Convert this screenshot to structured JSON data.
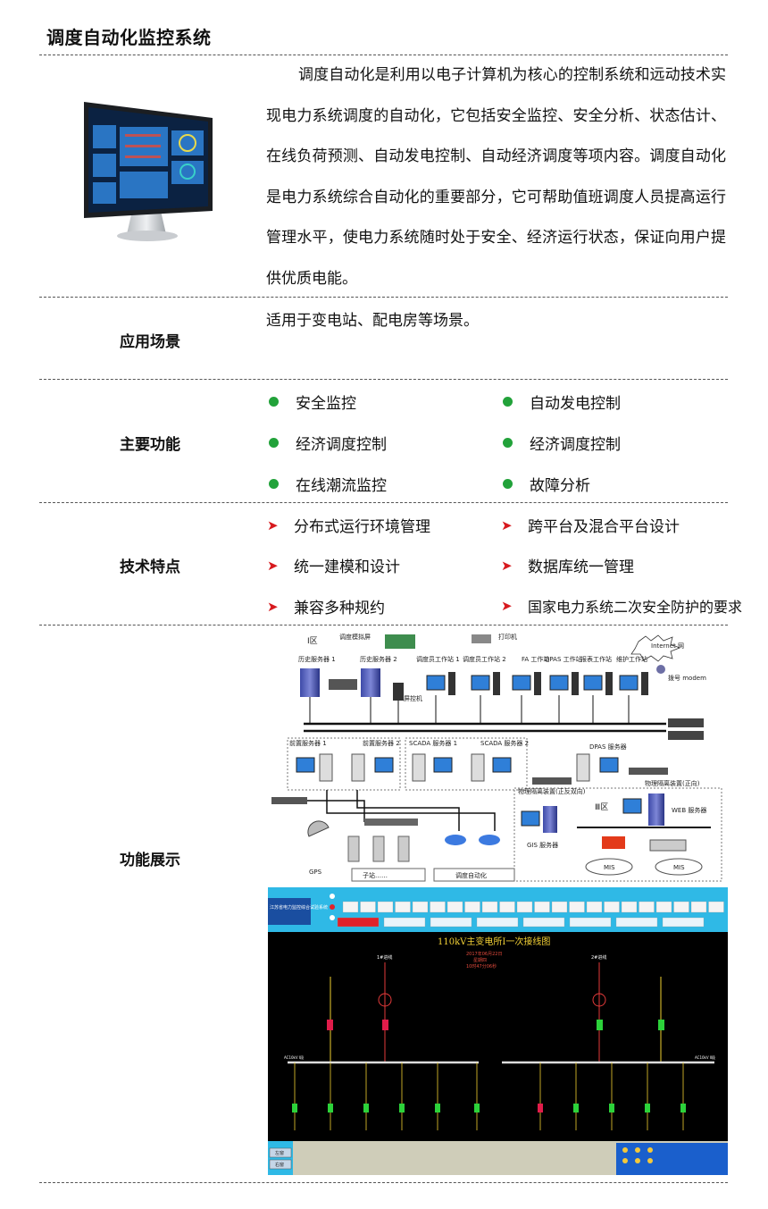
{
  "title": "调度自动化监控系统",
  "intro": "调度自动化是利用以电子计算机为核心的控制系统和远动技术实现电力系统调度的自动化，它包括安全监控、安全分析、状态估计、在线负荷预测、自动发电控制、自动经济调度等项内容。调度自动化是电力系统综合自动化的重要部分，它可帮助值班调度人员提高运行管理水平，使电力系统随时处于安全、经济运行状态，保证向用户提供优质电能。",
  "scenario": {
    "label": "应用场景",
    "text": "适用于变电站、配电房等场景。"
  },
  "functions": {
    "label": "主要功能",
    "items": [
      "安全监控",
      "自动发电控制",
      "经济调度控制",
      "经济调度控制",
      "在线潮流监控",
      "故障分析"
    ]
  },
  "features": {
    "label": "技术特点",
    "items": [
      "分布式运行环境管理",
      "跨平台及混合平台设计",
      "统一建模和设计",
      "数据库统一管理",
      "兼容多种规约",
      "国家电力系统二次安全防护的要求"
    ]
  },
  "showcase": {
    "label": "功能展示"
  },
  "network": {
    "zone1": "Ⅰ区",
    "sim_screen": "调度模拟屏",
    "printer": "打印机",
    "internet": "Internet 网",
    "modem": "拨号 modem",
    "hist1": "历史服务器 1",
    "hist2": "历史服务器 2",
    "ws1": "调度员工作站 1",
    "ws2": "调度员工作站 2",
    "fa": "FA 工作站",
    "dpas_ws": "DPAS 工作站",
    "report_ws": "报表工作站",
    "maint_ws": "维护工作站",
    "screen_ctrl": "屏控机",
    "front1": "前置服务器 1",
    "front2": "前置服务器 2",
    "scada1": "SCADA 服务器 1",
    "scada2": "SCADA 服务器 2",
    "dpas_srv": "DPAS 服务器",
    "iso_fwd": "物理隔离装置(正向)",
    "iso_bi": "物理隔离装置(正反双向)",
    "zone3": "Ⅲ区",
    "web": "WEB 服务器",
    "gis": "GIS 服务器",
    "mis1": "MIS",
    "mis2": "MIS",
    "gps": "GPS",
    "substation": "子站……",
    "dispatch_auto": "调度自动化"
  },
  "scada": {
    "title": "110kV主变电所Ⅰ一次接线图",
    "date": "2017年06月22日",
    "weekday": "星期四",
    "time": "10时47分06秒",
    "line1": "1#进线",
    "line2": "2#进线",
    "bus1": "AC10kV Ⅰ段",
    "bus2": "AC10kV Ⅱ段",
    "logo": "江苏省电力监控综合试验系统",
    "side_btn1": "左窗",
    "side_btn2": "右窗"
  }
}
